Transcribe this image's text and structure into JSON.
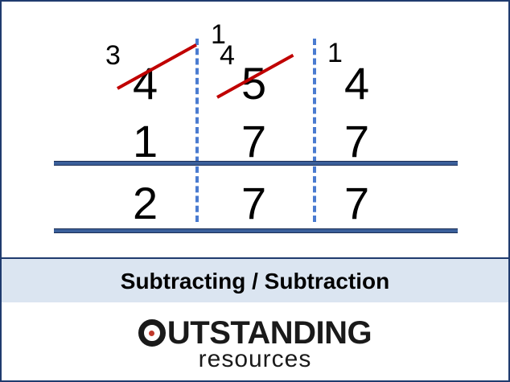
{
  "subtraction": {
    "top_row": [
      "4",
      "5",
      "4"
    ],
    "middle_row": [
      "1",
      "7",
      "7"
    ],
    "result_row": [
      "2",
      "7",
      "7"
    ],
    "exchange_marks": {
      "hundreds_new": "3",
      "tens_carried_in": "1",
      "tens_new": "4",
      "ones_carried_in": "1"
    }
  },
  "banner": {
    "title": "Subtracting / Subtraction"
  },
  "logo": {
    "word_rest": "UTSTANDING",
    "subtitle": "resources"
  },
  "colors": {
    "strike": "#c00000",
    "divider": "#4a7bd0",
    "rule": "#3a5f9a",
    "banner_bg": "#dbe5f1",
    "logo_dot": "#c0392b"
  }
}
